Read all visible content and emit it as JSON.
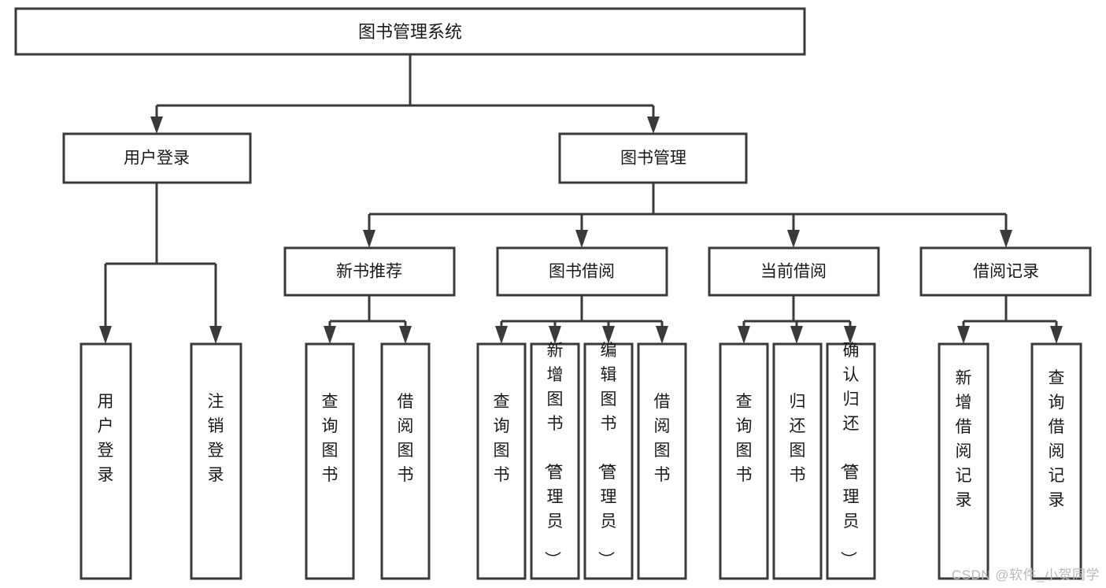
{
  "diagram": {
    "type": "tree",
    "title": "图书管理系统",
    "orientation": "top-down",
    "watermark": "CSDN @软件_小贺同学",
    "colors": {
      "stroke": "#3a3a3a",
      "fill": "#ffffff",
      "text": "#1a1a1a",
      "watermark": "#b9b9b9",
      "background": "#ffffff"
    },
    "nodes": {
      "root": {
        "label": "图书管理系统"
      },
      "level2": [
        {
          "label": "用户登录"
        },
        {
          "label": "图书管理"
        }
      ],
      "level3": [
        {
          "label": "新书推荐"
        },
        {
          "label": "图书借阅"
        },
        {
          "label": "当前借阅"
        },
        {
          "label": "借阅记录"
        }
      ],
      "leaves_user_login": [
        {
          "label": "用户登录"
        },
        {
          "label": "注销登录"
        }
      ],
      "leaves_new_book": [
        {
          "label": "查询图书"
        },
        {
          "label": "借阅图书"
        }
      ],
      "leaves_borrow": [
        {
          "label": "查询图书"
        },
        {
          "label": "新增图书（管理员）"
        },
        {
          "label": "编辑图书（管理员）"
        },
        {
          "label": "借阅图书"
        }
      ],
      "leaves_current": [
        {
          "label": "查询图书"
        },
        {
          "label": "归还图书"
        },
        {
          "label": "确认归还（管理员）"
        }
      ],
      "leaves_records": [
        {
          "label": "新增借阅记录"
        },
        {
          "label": "查询借阅记录"
        }
      ]
    },
    "edges": [
      {
        "from": "图书管理系统",
        "to": "用户登录"
      },
      {
        "from": "图书管理系统",
        "to": "图书管理"
      },
      {
        "from": "图书管理",
        "to": "新书推荐"
      },
      {
        "from": "图书管理",
        "to": "图书借阅"
      },
      {
        "from": "图书管理",
        "to": "当前借阅"
      },
      {
        "from": "图书管理",
        "to": "借阅记录"
      },
      {
        "from": "用户登录",
        "to": "用户登录"
      },
      {
        "from": "用户登录",
        "to": "注销登录"
      },
      {
        "from": "新书推荐",
        "to": "查询图书"
      },
      {
        "from": "新书推荐",
        "to": "借阅图书"
      },
      {
        "from": "图书借阅",
        "to": "查询图书"
      },
      {
        "from": "图书借阅",
        "to": "新增图书（管理员）"
      },
      {
        "from": "图书借阅",
        "to": "编辑图书（管理员）"
      },
      {
        "from": "图书借阅",
        "to": "借阅图书"
      },
      {
        "from": "当前借阅",
        "to": "查询图书"
      },
      {
        "from": "当前借阅",
        "to": "归还图书"
      },
      {
        "from": "当前借阅",
        "to": "确认归还（管理员）"
      },
      {
        "from": "借阅记录",
        "to": "新增借阅记录"
      },
      {
        "from": "借阅记录",
        "to": "查询借阅记录"
      }
    ]
  }
}
